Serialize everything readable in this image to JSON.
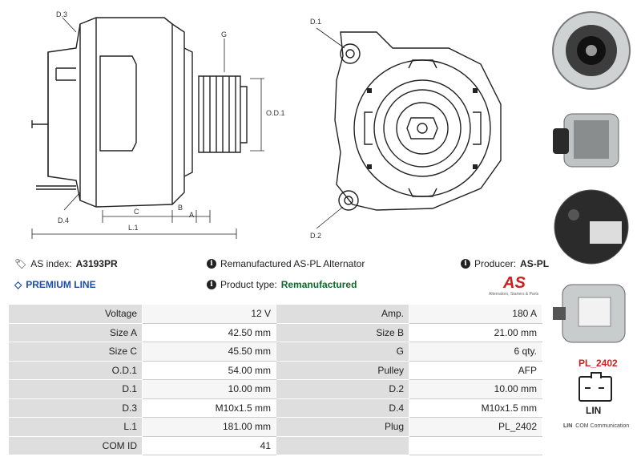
{
  "diagram_labels": {
    "d3": "D.3",
    "g": "G",
    "od1": "O.D.1",
    "d4": "D.4",
    "c": "C",
    "b": "B",
    "a": "A",
    "l1": "L.1",
    "d1": "D.1",
    "d2": "D.2"
  },
  "info": {
    "as_index_label": "AS index:",
    "as_index_value": "A3193PR",
    "description": "Remanufactured AS-PL Alternator",
    "producer_label": "Producer:",
    "producer_value": "AS-PL",
    "premium_line": "PREMIUM LINE",
    "product_type_label": "Product type:",
    "product_type_value": "Remanufactured"
  },
  "logo": {
    "mark": "AS",
    "tagline": "Alternators, Starters & Parts"
  },
  "specs": [
    [
      "Voltage",
      "12 V",
      "Amp.",
      "180 A"
    ],
    [
      "Size A",
      "42.50 mm",
      "Size B",
      "21.00 mm"
    ],
    [
      "Size C",
      "45.50 mm",
      "G",
      "6 qty."
    ],
    [
      "O.D.1",
      "54.00 mm",
      "Pulley",
      "AFP"
    ],
    [
      "D.1",
      "10.00 mm",
      "D.2",
      "10.00 mm"
    ],
    [
      "D.3",
      "M10x1.5 mm",
      "D.4",
      "M10x1.5 mm"
    ],
    [
      "L.1",
      "181.00 mm",
      "Plug",
      "PL_2402"
    ],
    [
      "COM ID",
      "41",
      "",
      ""
    ]
  ],
  "plug": {
    "code": "PL_2402",
    "name": "LIN"
  },
  "legend": {
    "abbr": "LIN",
    "text": "COM Communication"
  }
}
